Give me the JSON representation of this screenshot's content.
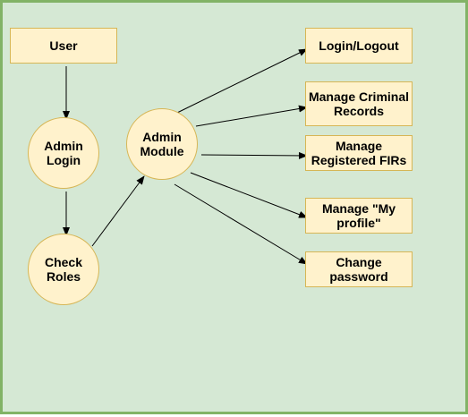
{
  "colors": {
    "background": "#d5e8d4",
    "frame_border": "#82b366",
    "node_fill": "#fff2cc",
    "node_border": "#d6b656",
    "edge": "#000000"
  },
  "nodes": {
    "user": "User",
    "admin_login": "Admin\nLogin",
    "check_roles": "Check\nRoles",
    "admin_module": "Admin\nModule",
    "login_logout": "Login/Logout",
    "manage_criminal_records": "Manage  Criminal\nRecords",
    "manage_registered_firs": "Manage\nRegistered FIRs",
    "manage_my_profile": "Manage \"My\nprofile\"",
    "change_password": "Change\npassword"
  },
  "edges": [
    [
      "user",
      "admin_login"
    ],
    [
      "admin_login",
      "check_roles"
    ],
    [
      "check_roles",
      "admin_module"
    ],
    [
      "admin_module",
      "login_logout"
    ],
    [
      "admin_module",
      "manage_criminal_records"
    ],
    [
      "admin_module",
      "manage_registered_firs"
    ],
    [
      "admin_module",
      "manage_my_profile"
    ],
    [
      "admin_module",
      "change_password"
    ]
  ]
}
